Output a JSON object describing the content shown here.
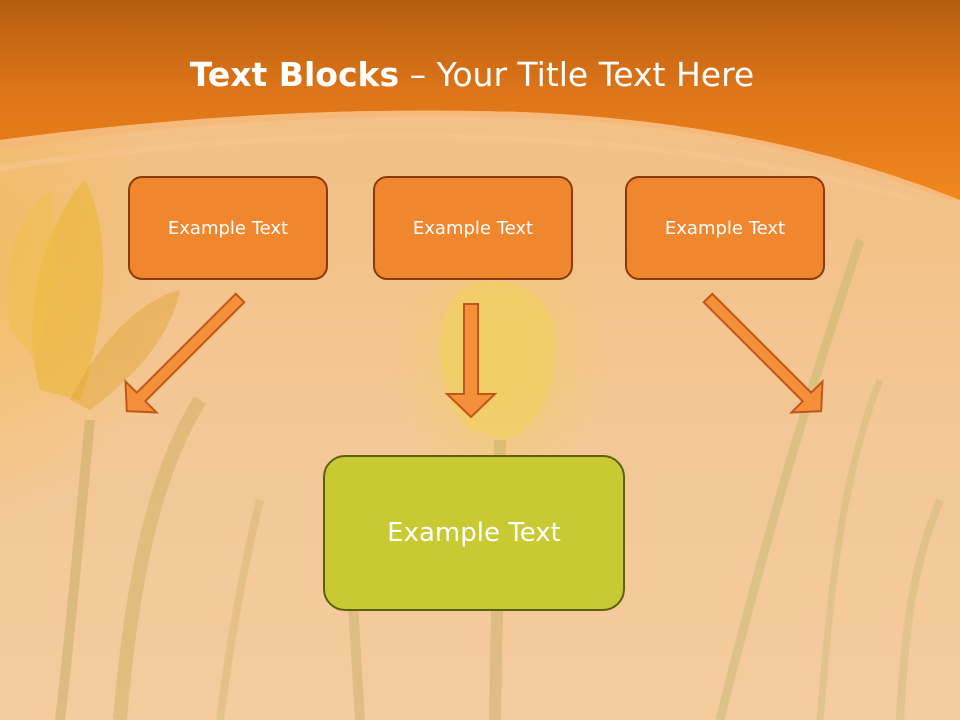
{
  "slide": {
    "title_bold": "Text Blocks",
    "title_separator": " – ",
    "title_rest": "Your Title Text Here"
  },
  "diagram": {
    "top_boxes": [
      {
        "label": "Example Text"
      },
      {
        "label": "Example Text"
      },
      {
        "label": "Example Text"
      }
    ],
    "bottom_box": {
      "label": "Example Text"
    }
  },
  "colors": {
    "header_orange": "#f0871e",
    "box_fill": "#f0872e",
    "box_border": "#8a3a0c",
    "arrow_fill": "#f4903a",
    "arrow_stroke": "#c2561a",
    "bottom_fill": "#c9c934",
    "bottom_border": "#5f5f12",
    "text": "#ffffff"
  },
  "icons": [
    "arrow-down-right-icon",
    "arrow-down-icon",
    "arrow-down-left-icon"
  ]
}
